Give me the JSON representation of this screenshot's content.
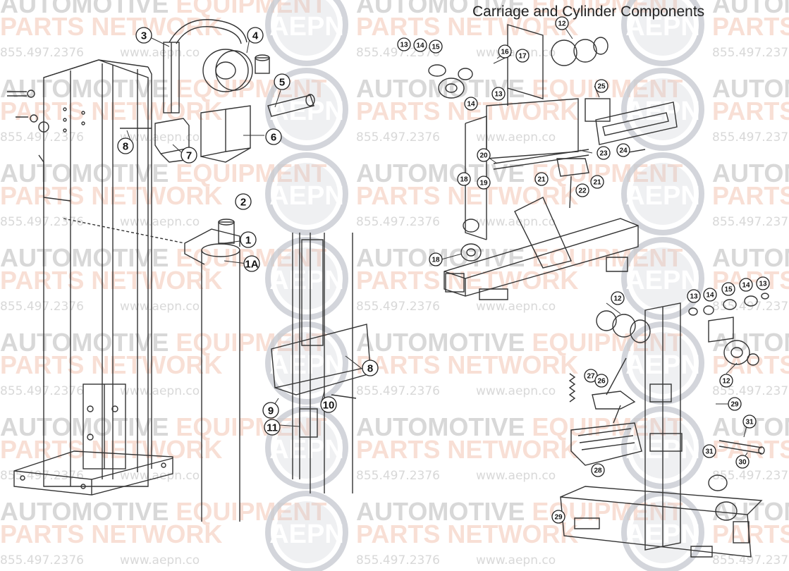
{
  "title": "Carriage and Cylinder Components",
  "watermark": {
    "line1a": "AUTOMOTIVE",
    "line1b": "EQUIPMENT",
    "line2a": "PARTS",
    "line2b": "NETWORK",
    "phone": "855.497.2376",
    "web": "www.aepn.co",
    "logo": "AEPN",
    "colors": {
      "text": "#b9b9b9",
      "accent": "#f4c6b4",
      "logo_ring": "#9aa1ad"
    }
  },
  "callouts": [
    {
      "id": "c1",
      "label": "1"
    },
    {
      "id": "c1a",
      "label": "1A"
    },
    {
      "id": "c2",
      "label": "2"
    },
    {
      "id": "c3",
      "label": "3"
    },
    {
      "id": "c4",
      "label": "4"
    },
    {
      "id": "c5",
      "label": "5"
    },
    {
      "id": "c6",
      "label": "6"
    },
    {
      "id": "c7",
      "label": "7"
    },
    {
      "id": "c8a",
      "label": "8"
    },
    {
      "id": "c8b",
      "label": "8"
    },
    {
      "id": "c9",
      "label": "9"
    },
    {
      "id": "c10",
      "label": "10"
    },
    {
      "id": "c11",
      "label": "11"
    },
    {
      "id": "c12a",
      "label": "12"
    },
    {
      "id": "c13a",
      "label": "13"
    },
    {
      "id": "c14a",
      "label": "14"
    },
    {
      "id": "c15a",
      "label": "15"
    },
    {
      "id": "c16",
      "label": "16"
    },
    {
      "id": "c17",
      "label": "17"
    },
    {
      "id": "c13b",
      "label": "13"
    },
    {
      "id": "c14b",
      "label": "14"
    },
    {
      "id": "c25",
      "label": "25"
    },
    {
      "id": "c20",
      "label": "20"
    },
    {
      "id": "c23",
      "label": "23"
    },
    {
      "id": "c24",
      "label": "24"
    },
    {
      "id": "c18a",
      "label": "18"
    },
    {
      "id": "c19",
      "label": "19"
    },
    {
      "id": "c21a",
      "label": "21"
    },
    {
      "id": "c22",
      "label": "22"
    },
    {
      "id": "c21b",
      "label": "21"
    },
    {
      "id": "c18b",
      "label": "18"
    },
    {
      "id": "c12b",
      "label": "12"
    },
    {
      "id": "c13c",
      "label": "13"
    },
    {
      "id": "c14c",
      "label": "14"
    },
    {
      "id": "c15b",
      "label": "15"
    },
    {
      "id": "c14d",
      "label": "14"
    },
    {
      "id": "c13d",
      "label": "13"
    },
    {
      "id": "c12c",
      "label": "12"
    },
    {
      "id": "c27",
      "label": "27"
    },
    {
      "id": "c26",
      "label": "26"
    },
    {
      "id": "c29a",
      "label": "29"
    },
    {
      "id": "c31a",
      "label": "31"
    },
    {
      "id": "c31b",
      "label": "31"
    },
    {
      "id": "c30",
      "label": "30"
    },
    {
      "id": "c28",
      "label": "28"
    },
    {
      "id": "c29b",
      "label": "29"
    }
  ]
}
